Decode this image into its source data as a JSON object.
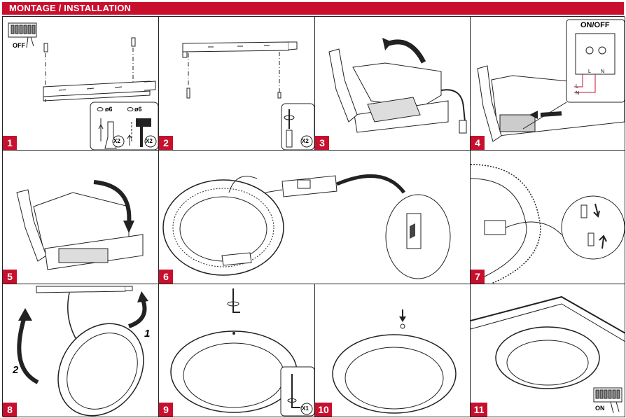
{
  "header": {
    "title": "MONTAGE / INSTALLATION"
  },
  "colors": {
    "accent": "#c8102e",
    "line": "#222222"
  },
  "steps": [
    {
      "number": "1",
      "switch_label": "OFF",
      "drill_label": "ø6",
      "dowel_label": "ø6",
      "drill_qty": "X2",
      "hammer_qty": "X2"
    },
    {
      "number": "2",
      "screw_qty": "X2"
    },
    {
      "number": "3"
    },
    {
      "number": "4",
      "switch_title": "ON/OFF",
      "wire_l": "L",
      "wire_n": "N",
      "terminal_l": "L",
      "terminal_n": "N"
    },
    {
      "number": "5"
    },
    {
      "number": "6"
    },
    {
      "number": "7"
    },
    {
      "number": "8",
      "arrow_1": "1",
      "arrow_2": "2"
    },
    {
      "number": "9",
      "key_qty": "X1"
    },
    {
      "number": "10"
    },
    {
      "number": "11",
      "switch_label": "ON"
    }
  ]
}
